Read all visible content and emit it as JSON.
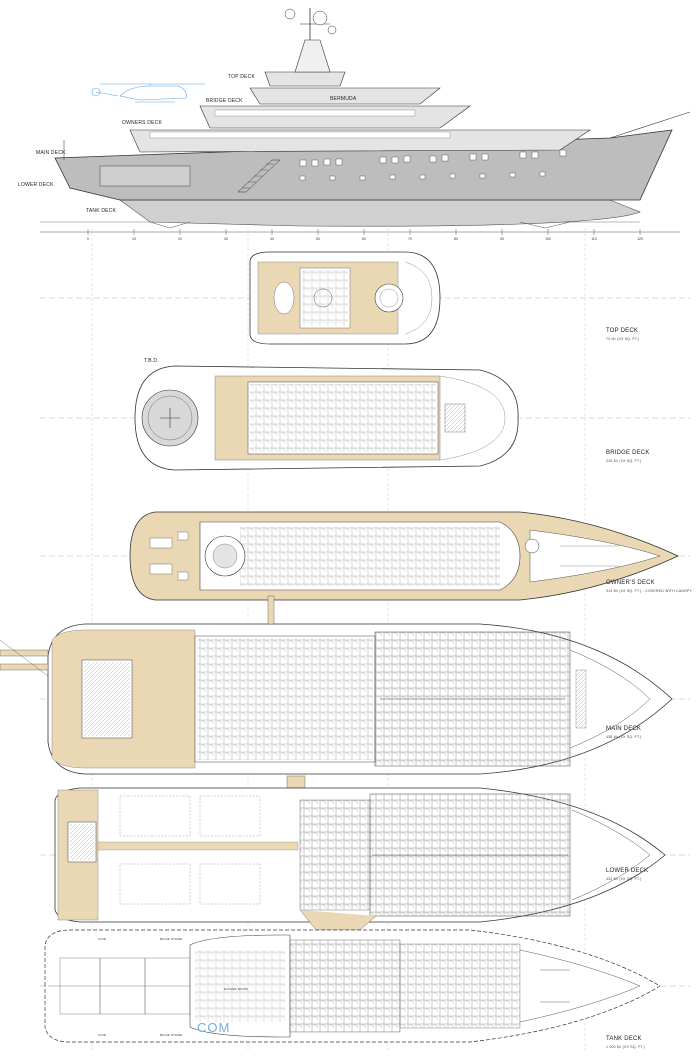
{
  "profile": {
    "deck_labels": [
      "TOP DECK",
      "BRIDGE DECK",
      "OWNERS DECK",
      "MAIN DECK",
      "LOWER DECK",
      "TANK DECK"
    ],
    "name_on_bridge": "BERMUDA",
    "frame_ticks": [
      "0",
      "10",
      "20",
      "30",
      "40",
      "50",
      "60",
      "70",
      "80",
      "90",
      "100",
      "110",
      "120"
    ]
  },
  "plans": {
    "top_deck": {
      "name": "TOP DECK",
      "area": "73 m² (xx sq. ft.)"
    },
    "bridge_deck": {
      "name": "BRIDGE DECK",
      "area": "215 m² (xx sq. ft.)",
      "note": "T.B.D."
    },
    "owners_deck": {
      "name": "OWNER'S DECK",
      "area": "314 m² (xx sq. ft.) - covered with canopy"
    },
    "main_deck": {
      "name": "MAIN DECK",
      "area": "438 m² (xx sq. ft.)"
    },
    "lower_deck": {
      "name": "LOWER DECK",
      "area": "432 m² (xx sq. ft.)"
    },
    "tank_deck": {
      "name": "TANK DECK",
      "area": "1 000 m² (xx sq. ft.)"
    }
  },
  "tank_deck_labels": {
    "void_top": "VOID",
    "void_bottom": "VOID",
    "bilge_top": "BILGE STORE",
    "bilge_bottom": "BILGE STORE",
    "engine_room": "ENGINE ROOM"
  },
  "watermark": "COM",
  "colors": {
    "hull": "#bdbdbd",
    "superstructure": "#e4e4e4",
    "teak": "#ead7b4",
    "line": "#333333",
    "water": "#8a8a8a",
    "heli": "#5aa0e0"
  }
}
